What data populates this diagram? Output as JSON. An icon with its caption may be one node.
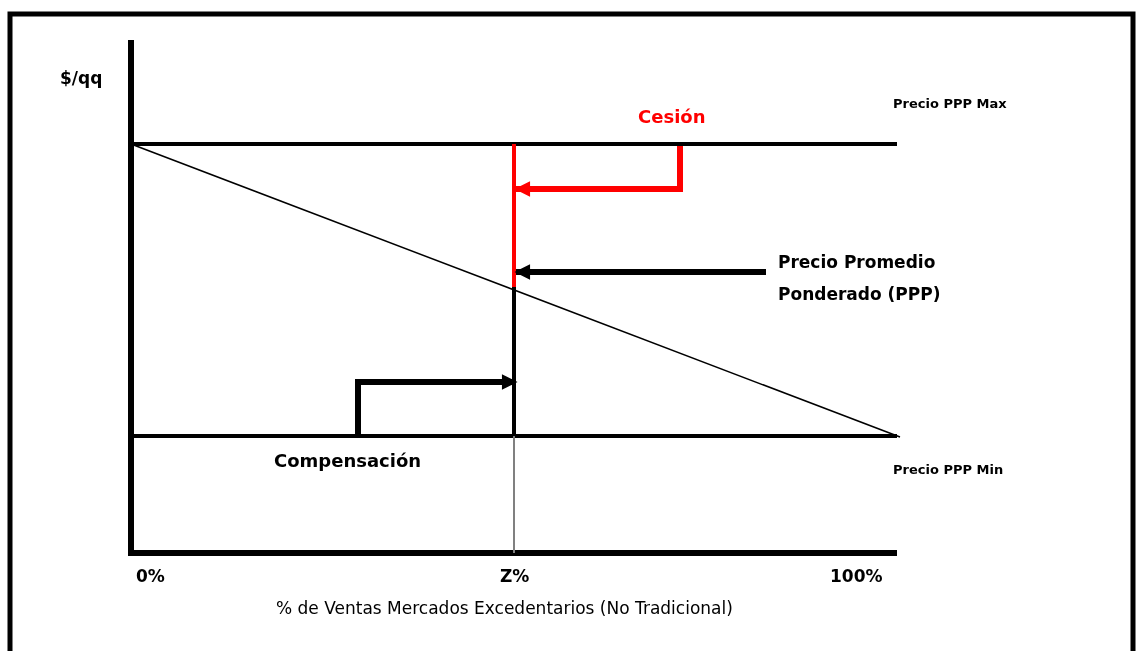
{
  "diagram": {
    "nodes": [
      {
        "text": [],
        "shape": "bar",
        "beside": [
          "Precio PPP Max"
        ]
      },
      {
        "text": [],
        "shape": "bar",
        "beside": [
          "Precio PPP Min"
        ]
      },
      {
        "text": [],
        "shape": "bar"
      },
      {
        "text": [
          "Precio Promedio Ponderado (PPP)"
        ]
      }
    ],
    "edges": [
      {
        "from": 0,
        "to": 2,
        "arrow": "to",
        "label": "Cesión",
        "color": "#ff0000"
      },
      {
        "from": 1,
        "to": 2,
        "arrow": "to",
        "label": "Compensación"
      },
      {
        "from": 3,
        "to": 2,
        "arrow": "to"
      }
    ],
    "labels": [
      "$/qq",
      "0%",
      "Z%",
      "100%",
      "% de Ventas Mercados Excedentarios (No Tradicional)"
    ]
  }
}
